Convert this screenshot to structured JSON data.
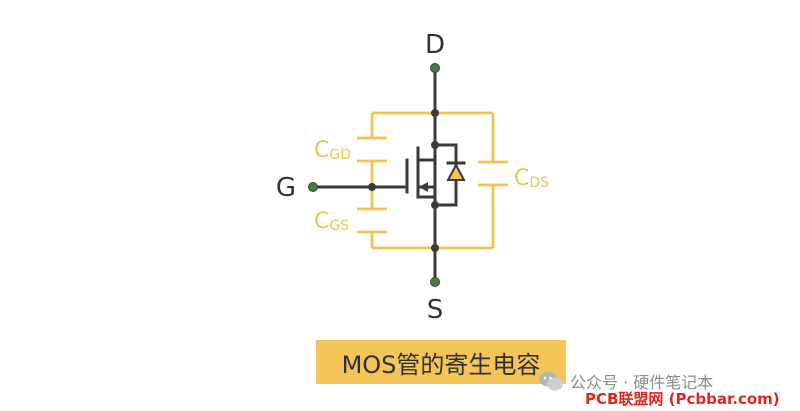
{
  "pins": {
    "drain": "D",
    "gate": "G",
    "source": "S"
  },
  "capacitors": {
    "cgd": {
      "main": "C",
      "sub": "GD"
    },
    "cgs": {
      "main": "C",
      "sub": "GS"
    },
    "cds": {
      "main": "C",
      "sub": "DS"
    }
  },
  "caption": "MOS管的寄生电容",
  "watermark": "公众号 · 硬件笔记本",
  "site": "PCB联盟网 (Pcbbar.com)",
  "colors": {
    "wire": "#3a3a3a",
    "capacitor": "#f2c253",
    "terminal": "#4a7a4a",
    "caption_bg": "#f5c55a",
    "site_text": "#e0261f"
  }
}
